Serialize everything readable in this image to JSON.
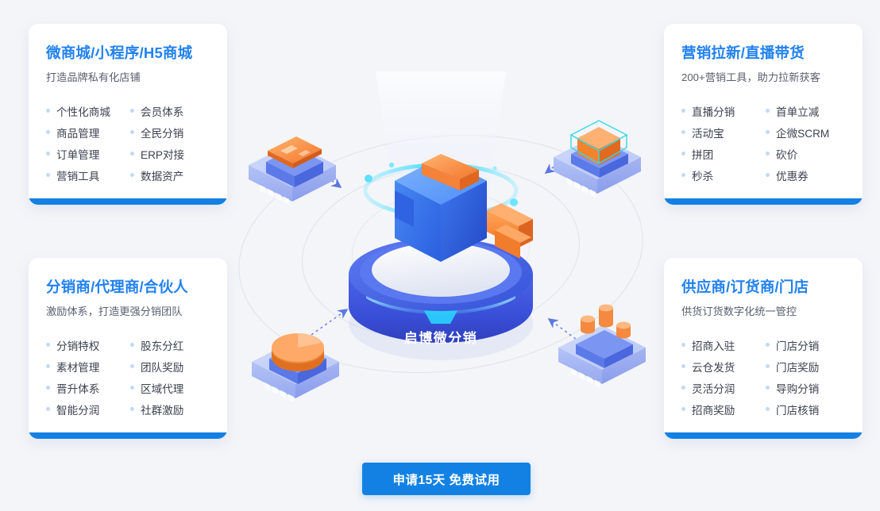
{
  "page": {
    "background_color": "#f4f5f9",
    "accent_color": "#1281e3",
    "title_color": "#2181f0"
  },
  "cards": {
    "top_left": {
      "title": "微商城/小程序/H5商城",
      "subtitle": "打造品牌私有化店铺",
      "features": [
        "个性化商城",
        "会员体系",
        "商品管理",
        "全民分销",
        "订单管理",
        "ERP对接",
        "营销工具",
        "数据资产"
      ]
    },
    "top_right": {
      "title": "营销拉新/直播带货",
      "subtitle": "200+营销工具，助力拉新获客",
      "features": [
        "直播分销",
        "首单立减",
        "活动宝",
        "企微SCRM",
        "拼团",
        "砍价",
        "秒杀",
        "优惠券"
      ]
    },
    "bottom_left": {
      "title": "分销商/代理商/合伙人",
      "subtitle": "激励体系，打造更强分销团队",
      "features": [
        "分销特权",
        "股东分红",
        "素材管理",
        "团队奖励",
        "晋升体系",
        "区域代理",
        "智能分润",
        "社群激励"
      ]
    },
    "bottom_right": {
      "title": "供应商/订货商/门店",
      "subtitle": "供货订货数字化统一管控",
      "features": [
        "招商入驻",
        "门店分销",
        "云仓发货",
        "门店奖励",
        "灵活分润",
        "导购分销",
        "招商奖励",
        "门店核销"
      ]
    }
  },
  "illustration": {
    "center_label": "启博微分销",
    "nodes": [
      {
        "id": "node-card",
        "icon": "card-icon"
      },
      {
        "id": "node-cube",
        "icon": "cube-icon"
      },
      {
        "id": "node-pie",
        "icon": "pie-chart-icon"
      },
      {
        "id": "node-bars",
        "icon": "bar-chart-icon"
      }
    ]
  },
  "cta": {
    "label": "申请15天 免费试用"
  }
}
